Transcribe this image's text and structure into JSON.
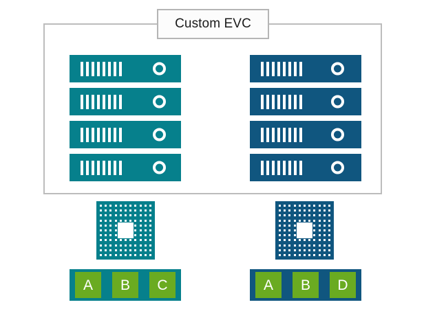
{
  "diagram": {
    "title": "Custom EVC",
    "colors": {
      "teal": "#06808c",
      "dark_blue": "#10567f",
      "green": "#6aab21",
      "frame_gray": "#bcbcbc",
      "white": "#ffffff",
      "title_text": "#1a1a1a"
    },
    "frame": {
      "label": "Custom EVC"
    },
    "left_stack": {
      "name": "teal-server-stack",
      "color": "#06808c",
      "server_count": 4,
      "bars_per_server": 8,
      "servers": [
        {
          "index": 1,
          "label": "teal-server-1"
        },
        {
          "index": 2,
          "label": "teal-server-2"
        },
        {
          "index": 3,
          "label": "teal-server-3"
        },
        {
          "index": 4,
          "label": "teal-server-4"
        }
      ]
    },
    "right_stack": {
      "name": "blue-server-stack",
      "color": "#10567f",
      "server_count": 4,
      "bars_per_server": 8,
      "servers": [
        {
          "index": 1,
          "label": "blue-server-1"
        },
        {
          "index": 2,
          "label": "blue-server-2"
        },
        {
          "index": 3,
          "label": "blue-server-3"
        },
        {
          "index": 4,
          "label": "blue-server-4"
        }
      ]
    },
    "left_chip": {
      "name": "teal-processor-chip",
      "color": "#06808c",
      "grid_cols": 11,
      "grid_rows": 11
    },
    "right_chip": {
      "name": "blue-processor-chip",
      "color": "#10567f",
      "grid_cols": 11,
      "grid_rows": 11
    },
    "left_module_bar": {
      "name": "teal-module-bar",
      "color": "#06808c",
      "cells": [
        "A",
        "B",
        "C"
      ]
    },
    "right_module_bar": {
      "name": "blue-module-bar",
      "color": "#10567f",
      "cells": [
        "A",
        "B",
        "D"
      ]
    }
  }
}
